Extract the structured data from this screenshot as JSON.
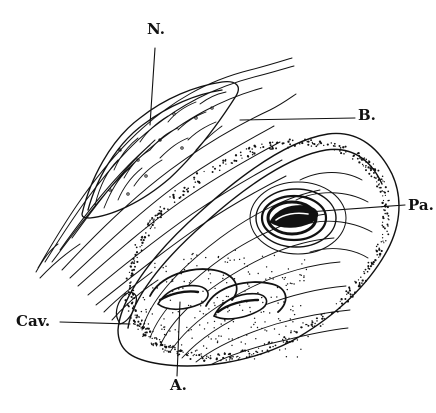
{
  "figure": {
    "labels": {
      "n": "N.",
      "b": "B.",
      "pa": "Pa.",
      "cav": "Cav.",
      "a": "A."
    },
    "ink_color": "#111111",
    "background": "#ffffff"
  }
}
